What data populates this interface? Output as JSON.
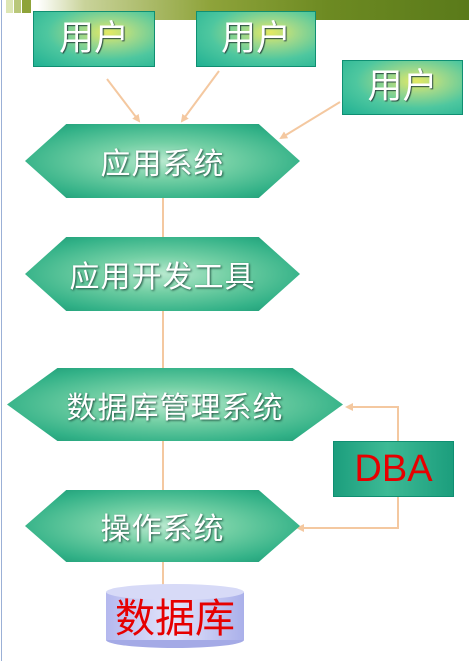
{
  "diagram": {
    "users": [
      {
        "label": "用户"
      },
      {
        "label": "用户"
      },
      {
        "label": "用户"
      }
    ],
    "layers": [
      {
        "label": "应用系统"
      },
      {
        "label": "应用开发工具"
      },
      {
        "label": "数据库管理系统"
      },
      {
        "label": "操作系统"
      }
    ],
    "dba": {
      "label": "DBA"
    },
    "database": {
      "label": "数据库"
    }
  },
  "colors": {
    "node_green": "#32b187",
    "arrow": "#f4c8a0",
    "accent_red": "#e60000",
    "header_olive": "#6d8a22",
    "database_fill": "#c8cbf5"
  }
}
